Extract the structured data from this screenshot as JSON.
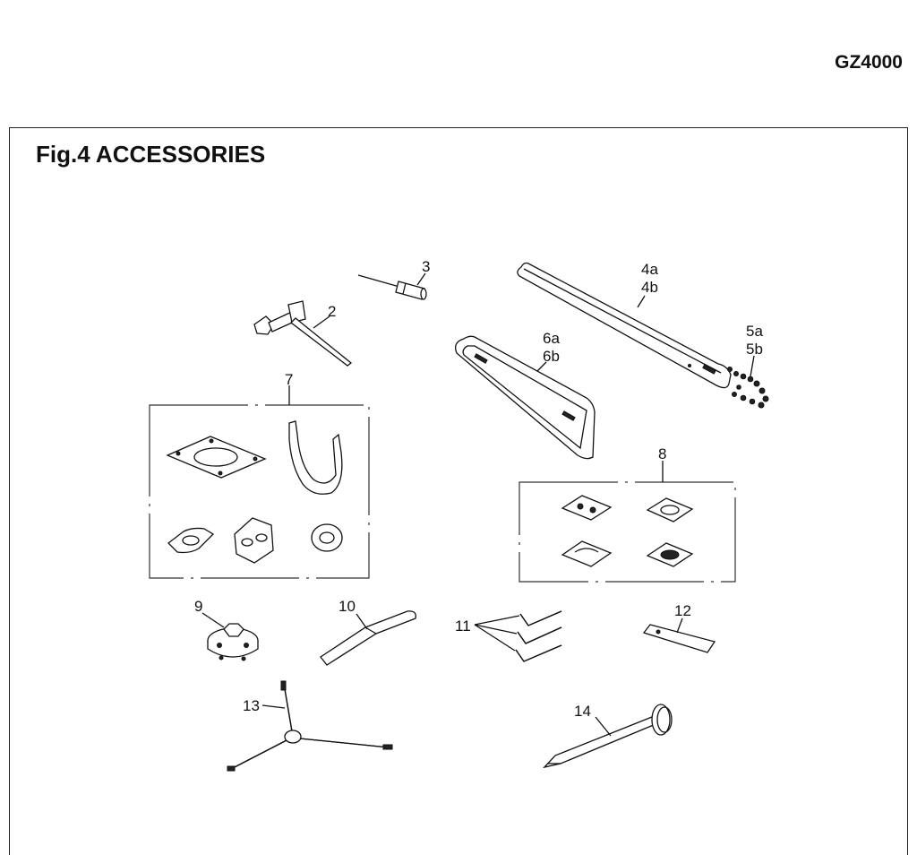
{
  "header": {
    "model": "GZ4000"
  },
  "figure": {
    "title": "Fig.4 ACCESSORIES"
  },
  "callouts": {
    "c2": "2",
    "c3": "3",
    "c4a": "4a",
    "c4b": "4b",
    "c5a": "5a",
    "c5b": "5b",
    "c6a": "6a",
    "c6b": "6b",
    "c7": "7",
    "c8": "8",
    "c9": "9",
    "c10": "10",
    "c11": "11",
    "c12": "12",
    "c13": "13",
    "c14": "14"
  },
  "parts": [
    {
      "ref": "2",
      "icon": "plug-wrench-icon"
    },
    {
      "ref": "3",
      "icon": "screwdriver-icon"
    },
    {
      "ref": "4a/4b",
      "icon": "guide-bar-icon"
    },
    {
      "ref": "5a/5b",
      "icon": "saw-chain-icon"
    },
    {
      "ref": "6a/6b",
      "icon": "bar-cover-icon"
    },
    {
      "ref": "7",
      "icon": "gasket-set-icon"
    },
    {
      "ref": "8",
      "icon": "diaphragm-kit-icon"
    },
    {
      "ref": "9",
      "icon": "clutch-tool-icon"
    },
    {
      "ref": "10",
      "icon": "lever-tool-icon"
    },
    {
      "ref": "11",
      "icon": "pin-set-icon"
    },
    {
      "ref": "12",
      "icon": "gauge-plate-icon"
    },
    {
      "ref": "13",
      "icon": "y-wrench-icon"
    },
    {
      "ref": "14",
      "icon": "piston-stop-icon"
    }
  ]
}
